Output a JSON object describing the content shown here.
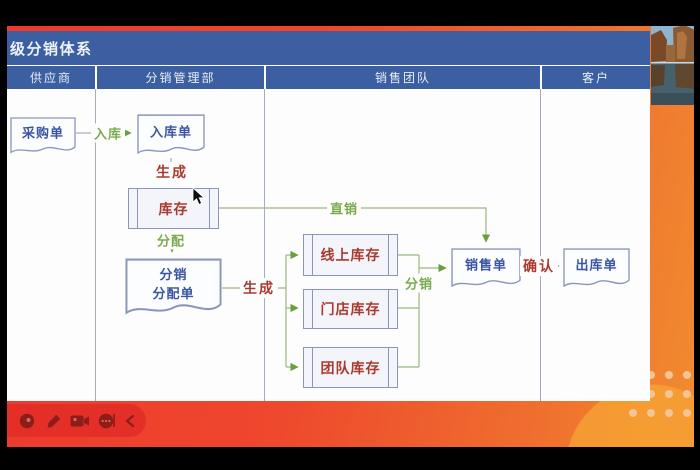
{
  "slide": {
    "title": "级分销体系",
    "lanes": [
      {
        "label": "供应商"
      },
      {
        "label": "分销管理部"
      },
      {
        "label": "销售团队"
      },
      {
        "label": "客户"
      }
    ]
  },
  "flowchart": {
    "nodes": {
      "purchase_order": {
        "label": "采购单",
        "type": "document"
      },
      "inbound_order": {
        "label": "入库单",
        "type": "document"
      },
      "inventory": {
        "label": "库存",
        "type": "stored-data"
      },
      "allocation_order": {
        "label_line1": "分销",
        "label_line2": "分配单",
        "type": "document"
      },
      "online_inventory": {
        "label": "线上库存",
        "type": "stored-data"
      },
      "store_inventory": {
        "label": "门店库存",
        "type": "stored-data"
      },
      "team_inventory": {
        "label": "团队库存",
        "type": "stored-data"
      },
      "sales_order": {
        "label": "销售单",
        "type": "document"
      },
      "outbound_order": {
        "label": "出库单",
        "type": "document"
      }
    },
    "edge_labels": {
      "inbound": "入库",
      "generate1": "生成",
      "direct_sale": "直销",
      "allocate": "分配",
      "generate2": "生成",
      "distribute": "分销",
      "confirm": "确认"
    },
    "edges": [
      {
        "from": "purchase_order",
        "to": "inbound_order",
        "label": "入库"
      },
      {
        "from": "inbound_order",
        "to": "inventory",
        "label": "生成"
      },
      {
        "from": "inventory",
        "to": "sales_order",
        "label": "直销"
      },
      {
        "from": "inventory",
        "to": "allocation_order",
        "label": "分配"
      },
      {
        "from": "allocation_order",
        "to": "online_inventory",
        "label": "生成"
      },
      {
        "from": "allocation_order",
        "to": "store_inventory",
        "label": "生成"
      },
      {
        "from": "allocation_order",
        "to": "team_inventory",
        "label": "生成"
      },
      {
        "from": "online_inventory",
        "to": "sales_order",
        "label": "分销"
      },
      {
        "from": "store_inventory",
        "to": "sales_order",
        "label": "分销"
      },
      {
        "from": "team_inventory",
        "to": "sales_order",
        "label": "分销"
      },
      {
        "from": "sales_order",
        "to": "outbound_order",
        "label": "确认"
      }
    ]
  },
  "toolbar": {
    "icons": [
      {
        "name": "laser-pointer-icon"
      },
      {
        "name": "pen-icon"
      },
      {
        "name": "video-camera-icon"
      },
      {
        "name": "more-options-icon"
      },
      {
        "name": "collapse-left-icon"
      }
    ]
  },
  "decor": {
    "photo": "coastal-cliffs-thumbnail",
    "dot_pattern": "orange-dot-grid"
  },
  "colors": {
    "header_blue": "#3c5fa2",
    "node_text_blue": "#3a55a4",
    "node_text_red": "#a93a2f",
    "edge_green": "#79ab4e",
    "bg_red": "#ed382e",
    "bg_orange": "#f18e30",
    "toolbar_pill": "#e32f28",
    "dots": "#f4c497"
  }
}
